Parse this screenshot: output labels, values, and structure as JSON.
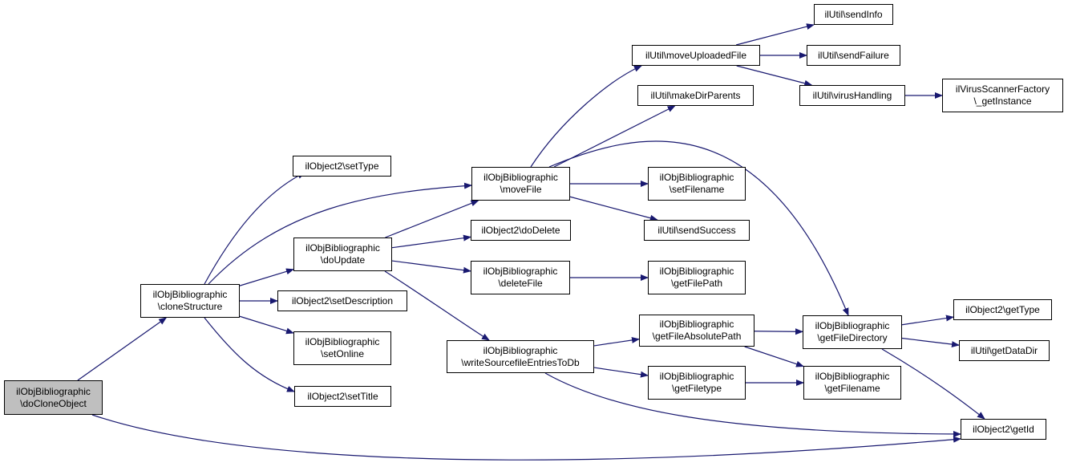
{
  "colors": {
    "edge": "#191970",
    "node_border": "#000000",
    "root_fill": "#bfbfbf",
    "node_fill": "#ffffff"
  },
  "nodes": {
    "n1": {
      "label": "ilObjBibliographic\n\\doCloneObject"
    },
    "n2": {
      "label": "ilObjBibliographic\n\\cloneStructure"
    },
    "n3": {
      "label": "ilObject2\\setType"
    },
    "n4": {
      "label": "ilObjBibliographic\n\\doUpdate"
    },
    "n5": {
      "label": "ilObject2\\setDescription"
    },
    "n6": {
      "label": "ilObjBibliographic\n\\setOnline"
    },
    "n7": {
      "label": "ilObject2\\setTitle"
    },
    "n8": {
      "label": "ilObjBibliographic\n\\moveFile"
    },
    "n9": {
      "label": "ilObject2\\doDelete"
    },
    "n10": {
      "label": "ilObjBibliographic\n\\deleteFile"
    },
    "n11": {
      "label": "ilObjBibliographic\n\\writeSourcefileEntriesToDb"
    },
    "n12": {
      "label": "ilUtil\\moveUploadedFile"
    },
    "n13": {
      "label": "ilUtil\\makeDirParents"
    },
    "n14": {
      "label": "ilObjBibliographic\n\\setFilename"
    },
    "n15": {
      "label": "ilUtil\\sendSuccess"
    },
    "n16": {
      "label": "ilObjBibliographic\n\\getFilePath"
    },
    "n17": {
      "label": "ilObjBibliographic\n\\getFileAbsolutePath"
    },
    "n18": {
      "label": "ilObjBibliographic\n\\getFiletype"
    },
    "n19": {
      "label": "ilUtil\\sendInfo"
    },
    "n20": {
      "label": "ilUtil\\sendFailure"
    },
    "n21": {
      "label": "ilUtil\\virusHandling"
    },
    "n22": {
      "label": "ilObjBibliographic\n\\getFileDirectory"
    },
    "n23": {
      "label": "ilObjBibliographic\n\\getFilename"
    },
    "n24": {
      "label": "ilVirusScannerFactory\n\\_getInstance"
    },
    "n25": {
      "label": "ilObject2\\getType"
    },
    "n26": {
      "label": "ilUtil\\getDataDir"
    },
    "n27": {
      "label": "ilObject2\\getId"
    }
  },
  "edges": [
    [
      "n1",
      "n2"
    ],
    [
      "n1",
      "n27"
    ],
    [
      "n2",
      "n3"
    ],
    [
      "n2",
      "n4"
    ],
    [
      "n2",
      "n5"
    ],
    [
      "n2",
      "n6"
    ],
    [
      "n2",
      "n7"
    ],
    [
      "n2",
      "n8"
    ],
    [
      "n4",
      "n8"
    ],
    [
      "n4",
      "n9"
    ],
    [
      "n4",
      "n10"
    ],
    [
      "n4",
      "n11"
    ],
    [
      "n8",
      "n12"
    ],
    [
      "n8",
      "n13"
    ],
    [
      "n8",
      "n14"
    ],
    [
      "n8",
      "n15"
    ],
    [
      "n8",
      "n22"
    ],
    [
      "n10",
      "n16"
    ],
    [
      "n11",
      "n17"
    ],
    [
      "n11",
      "n18"
    ],
    [
      "n11",
      "n27"
    ],
    [
      "n12",
      "n19"
    ],
    [
      "n12",
      "n20"
    ],
    [
      "n12",
      "n21"
    ],
    [
      "n21",
      "n24"
    ],
    [
      "n17",
      "n22"
    ],
    [
      "n17",
      "n23"
    ],
    [
      "n18",
      "n23"
    ],
    [
      "n22",
      "n25"
    ],
    [
      "n22",
      "n26"
    ],
    [
      "n22",
      "n27"
    ]
  ]
}
